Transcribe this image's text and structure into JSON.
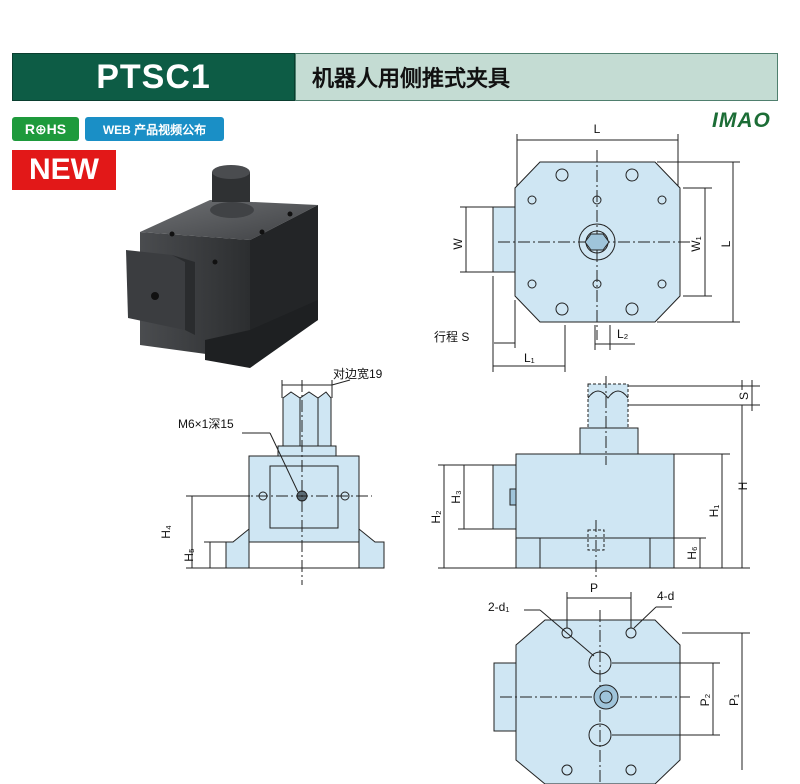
{
  "header": {
    "model": "PTSC1",
    "name": "机器人用侧推式夹具"
  },
  "badges": {
    "rohs": "R⊕HS",
    "web": "WEB 产品视频公布",
    "new": "NEW"
  },
  "brand": "IMAO",
  "labels": {
    "L": "L",
    "W": "W",
    "W1": "W₁",
    "L_side": "L",
    "stroke": "行程 S",
    "L1": "L₁",
    "L2": "L₂",
    "across_flats": "对边宽19",
    "thread": "M6×1深15",
    "H4": "H₄",
    "H5": "H₅",
    "S": "S",
    "H": "H",
    "H1": "H₁",
    "H2": "H₂",
    "H3": "H₃",
    "H6": "H₆",
    "P": "P",
    "two_d1": "2-d₁",
    "four_d": "4-d",
    "P1": "P₁",
    "P2": "P₂"
  },
  "colors": {
    "header_dark": "#0d5c45",
    "header_light": "#c4dcd3",
    "part_fill": "#cfe6f3",
    "rohs": "#1e9a3c",
    "web": "#1a8fc6",
    "new": "#e21818",
    "brand": "#1c6d36"
  }
}
